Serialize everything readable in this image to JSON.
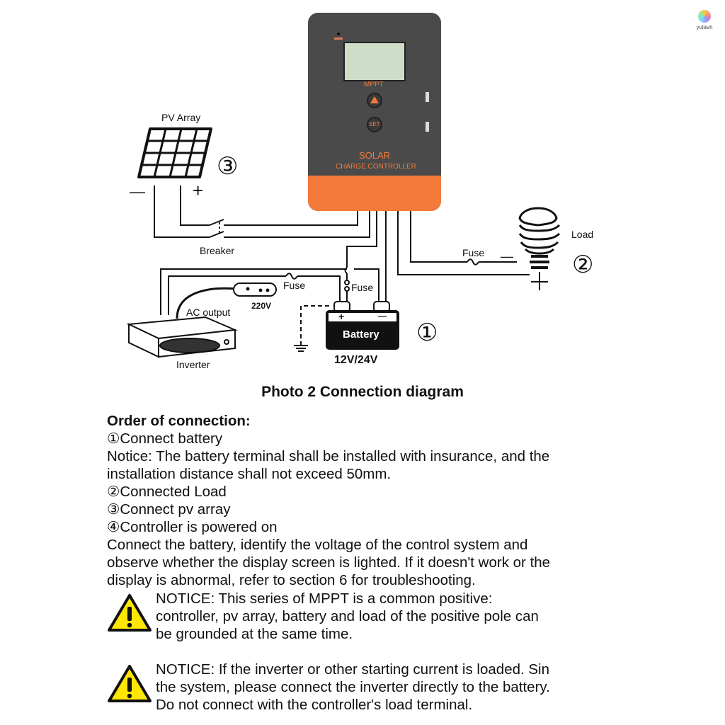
{
  "brand": {
    "name": "yulavn",
    "icon": "yulavn-logo-icon"
  },
  "diagram": {
    "controller": {
      "mode_label": "MPPT",
      "title": "SOLAR",
      "subtitle": "CHARGE CONTROLLER",
      "buttons": [
        {
          "icon": "up-arrow-icon"
        },
        {
          "label": "SET"
        }
      ],
      "colors": {
        "body": "#4a4a4a",
        "accent": "#f47a3b",
        "screen": "#cfdcc7"
      }
    },
    "pv_array": {
      "label": "PV Array",
      "minus": "—",
      "plus": "+",
      "number": "③"
    },
    "breaker": {
      "label": "Breaker"
    },
    "load": {
      "label": "Load",
      "fuse_label": "Fuse",
      "minus": "—",
      "plus": "+",
      "number": "②"
    },
    "battery": {
      "label": "Battery",
      "voltage": "12V/24V",
      "plus": "+",
      "minus": "—",
      "number": "①"
    },
    "inverter": {
      "label": "Inverter",
      "ac_output": "AC output",
      "socket_voltage": "220V",
      "fuse_label": "Fuse"
    },
    "battery_fuse_label": "Fuse"
  },
  "caption": "Photo 2 Connection diagram",
  "instructions": {
    "heading": "Order of connection:",
    "lines": [
      "①Connect battery",
      "Notice: The battery terminal shall be installed with insurance, and the",
      "installation distance shall not exceed 50mm.",
      "②Connected Load",
      "③Connect pv array",
      "④Controller is powered on",
      "Connect the battery, identify the voltage of the control system and",
      "observe whether the display screen is lighted. If it doesn't work or the",
      "display is abnormal, refer to section 6 for troubleshooting."
    ]
  },
  "notices": [
    {
      "icon": "warning-icon",
      "lines": [
        "NOTICE: This series of MPPT is a common positive:",
        "controller, pv array, battery and load of the positive pole can",
        "be grounded at the same time."
      ]
    },
    {
      "icon": "warning-icon",
      "lines": [
        "NOTICE: If the inverter or other starting current is loaded. Sin",
        "the system, please connect the inverter directly to the battery.",
        "Do not connect with the controller's load terminal."
      ]
    }
  ]
}
